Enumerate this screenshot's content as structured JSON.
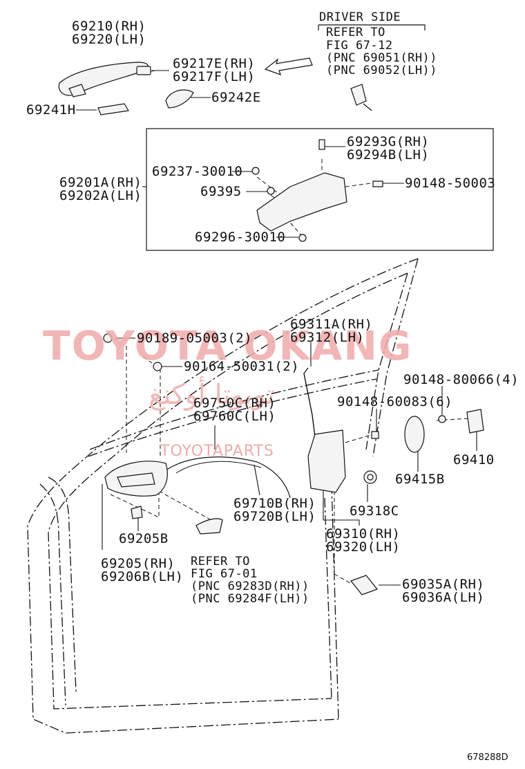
{
  "driver_side": {
    "title": "DRIVER SIDE",
    "lines": [
      "REFER TO",
      "FIG 67-12",
      "(PNC 69051(RH))",
      "(PNC 69052(LH))"
    ]
  },
  "refer_bottom": {
    "lines": [
      "REFER TO",
      "FIG 67-01",
      "(PNC 69283D(RH))",
      "(PNC 69284F(LH))"
    ]
  },
  "labels": {
    "p69210": [
      "69210(RH)",
      "69220(LH)"
    ],
    "p69217": [
      "69217E(RH)",
      "69217F(LH)"
    ],
    "p69242": "69242E",
    "p69241": "69241H",
    "p69293": [
      "69293G(RH)",
      "69294B(LH)"
    ],
    "p69237": "69237-30010",
    "p69201": [
      "69201A(RH)",
      "69202A(LH)"
    ],
    "p69395": "69395",
    "p90148_50003": "90148-50003",
    "p69296": "69296-30010",
    "p69311": [
      "69311A(RH)",
      "69312(LH)"
    ],
    "p90189": "90189-05003(2)",
    "p90164": "90164-50031(2)",
    "p90148_80066": "90148-80066(4)",
    "p69750": [
      "69750C(RH)",
      "69760C(LH)"
    ],
    "p90148_60083": "90148-60083(6)",
    "p69410": "69410",
    "p69415": "69415B",
    "p69710": [
      "69710B(RH)",
      "69720B(LH)"
    ],
    "p69318": "69318C",
    "p69205B": "69205B",
    "p69310": [
      "69310(RH)",
      "69320(LH)"
    ],
    "p69205": [
      "69205(RH)",
      "69206B(LH)"
    ],
    "p69035": [
      "69035A(RH)",
      "69036A(LH)"
    ]
  },
  "watermark": {
    "main": "TOYOTA OKANG",
    "arabic": "تويوتا أوكنغ",
    "sub": "TOYOTAPARTS"
  },
  "figure_code": "678288D"
}
